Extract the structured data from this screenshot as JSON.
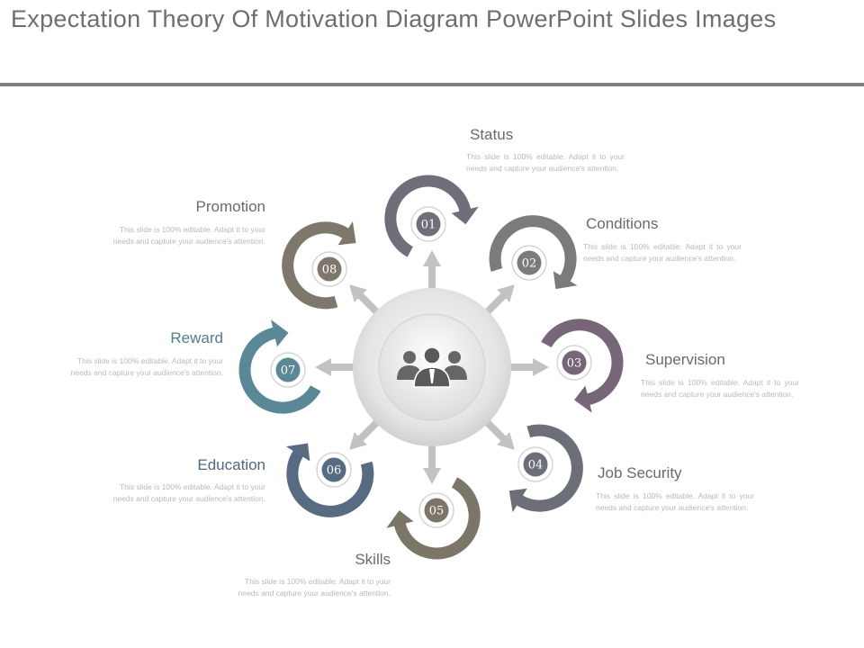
{
  "title": "Expectation Theory Of Motivation Diagram PowerPoint Slides Images",
  "items": [
    {
      "num": "01",
      "label": "Status",
      "desc": "This slide is 100% editable. Adapt it to your needs and capture your audience's attention.",
      "color": "#6f6f79"
    },
    {
      "num": "02",
      "label": "Conditions",
      "desc": "This slide is 100% editable. Adapt it to your needs and capture your audience's attention.",
      "color": "#7b7b7b"
    },
    {
      "num": "03",
      "label": "Supervision",
      "desc": "This slide is 100% editable. Adapt it to your needs and capture your audience's attention.",
      "color": "#766677"
    },
    {
      "num": "04",
      "label": "Job Security",
      "desc": "This slide is 100% editable. Adapt it to your needs and capture your audience's attention.",
      "color": "#6c6e78"
    },
    {
      "num": "05",
      "label": "Skills",
      "desc": "This slide is 100% editable. Adapt it to your needs and capture your audience's attention.",
      "color": "#7c7668"
    },
    {
      "num": "06",
      "label": "Education",
      "desc": "This slide is 100% editable. Adapt it to your needs and capture your audience's attention.",
      "color": "#576c82"
    },
    {
      "num": "07",
      "label": "Reward",
      "desc": "This slide is 100% editable. Adapt it to your needs and capture your audience's attention.",
      "color": "#5b8896"
    },
    {
      "num": "08",
      "label": "Promotion",
      "desc": "This slide is 100% editable. Adapt it to your needs and capture your audience's attention.",
      "color": "#7e776b"
    }
  ],
  "center_icon": "people-group-icon"
}
